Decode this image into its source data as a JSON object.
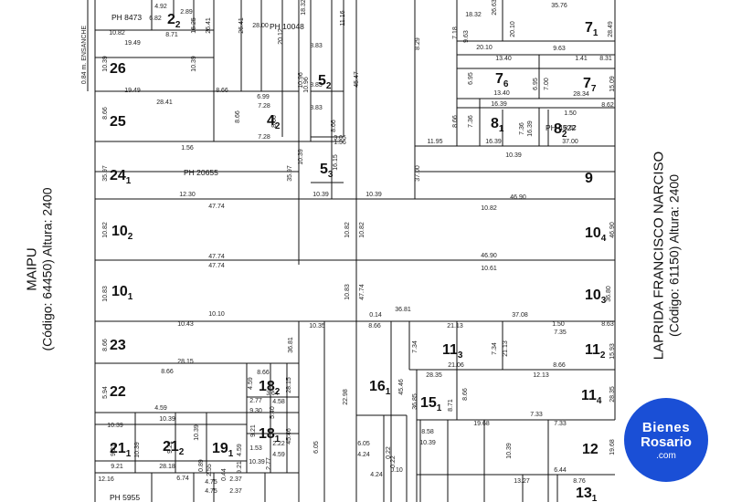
{
  "streets": {
    "west": {
      "name": "MAIPU",
      "code": "(Código: 64450) Altura: 2400"
    },
    "east": {
      "name": "LAPRIDA FRANCISCO NARCISO",
      "code": "(Código: 61150) Altura: 2400"
    }
  },
  "logo": {
    "line1": "Bienes",
    "line2": "Rosario",
    "line3": ".com"
  },
  "side_note": "0.84 m. ENSANCHE",
  "parcels": [
    {
      "base": "2",
      "sub": "2"
    },
    {
      "base": "26",
      "sub": ""
    },
    {
      "base": "25",
      "sub": ""
    },
    {
      "base": "24",
      "sub": "1"
    },
    {
      "base": "10",
      "sub": "2"
    },
    {
      "base": "10",
      "sub": "1"
    },
    {
      "base": "23",
      "sub": ""
    },
    {
      "base": "22",
      "sub": ""
    },
    {
      "base": "21",
      "sub": "1"
    },
    {
      "base": "21",
      "sub": "2"
    },
    {
      "base": "19",
      "sub": "1"
    },
    {
      "base": "18",
      "sub": "2"
    },
    {
      "base": "18",
      "sub": "1"
    },
    {
      "base": "4",
      "sub": "2"
    },
    {
      "base": "5",
      "sub": "2"
    },
    {
      "base": "5",
      "sub": "3"
    },
    {
      "base": "7",
      "sub": "1"
    },
    {
      "base": "7",
      "sub": "6"
    },
    {
      "base": "7",
      "sub": "7"
    },
    {
      "base": "8",
      "sub": "1"
    },
    {
      "base": "8",
      "sub": "2"
    },
    {
      "base": "9",
      "sub": ""
    },
    {
      "base": "10",
      "sub": "4"
    },
    {
      "base": "10",
      "sub": "3"
    },
    {
      "base": "11",
      "sub": "3"
    },
    {
      "base": "11",
      "sub": "2"
    },
    {
      "base": "11",
      "sub": "4"
    },
    {
      "base": "15",
      "sub": "1"
    },
    {
      "base": "16",
      "sub": "1"
    },
    {
      "base": "12",
      "sub": ""
    },
    {
      "base": "13",
      "sub": "1"
    }
  ],
  "ph_labels": [
    "PH 8473",
    "PH 10048",
    "PH 20655",
    "PH 4522",
    "PH 5955"
  ],
  "dimensions": [
    "4.92",
    "2.89",
    "6.82",
    "10.82",
    "8.71",
    "16.25",
    "26.41",
    "26.41",
    "28.00",
    "20.12",
    "18.32",
    "8.83",
    "10.96",
    "45.47",
    "11.16",
    "19.49",
    "10.39",
    "10.39",
    "19.49",
    "8.66",
    "6.99",
    "10.96",
    "8.83",
    "8.83",
    "28.41",
    "8.66",
    "8.66",
    "7.28",
    "8.66",
    "7.28",
    "8.66",
    "3.05",
    "1.56",
    "1.56",
    "35.97",
    "10.39",
    "16.15",
    "12.30",
    "35.97",
    "10.39",
    "10.39",
    "47.74",
    "10.82",
    "10.82",
    "10.82",
    "47.74",
    "47.74",
    "10.83",
    "10.83",
    "47.74",
    "10.10",
    "0.14",
    "36.81",
    "10.43",
    "10.35",
    "8.66",
    "8.66",
    "36.81",
    "28.15",
    "8.66",
    "5.94",
    "8.66",
    "4.59",
    "2.77",
    "4.58",
    "3.64",
    "5.40",
    "28.15",
    "4.59",
    "9.30",
    "9.21",
    "10.39",
    "10.39",
    "9.21",
    "10.39",
    "9.21",
    "9.21",
    "10.39",
    "28.18",
    "4.59",
    "1.53",
    "2.77",
    "2.22",
    "4.59",
    "10.39",
    "9.21",
    "12.16",
    "6.74",
    "0.89",
    "2.55",
    "4.75",
    "2.37",
    "4.75",
    "2.37",
    "0.44",
    "45.46",
    "22.98",
    "45.46",
    "6.05",
    "6.05",
    "4.24",
    "0.22",
    "4.24",
    "0.22",
    "0.10",
    "18.32",
    "26.63",
    "7.18",
    "9.63",
    "20.10",
    "35.76",
    "8.29",
    "20.10",
    "9.63",
    "28.49",
    "13.40",
    "1.41",
    "8.31",
    "6.95",
    "6.95",
    "7.00",
    "15.09",
    "13.40",
    "28.34",
    "16.39",
    "1.50",
    "8.62",
    "8.66",
    "7.36",
    "7.36",
    "16.39",
    "8.62",
    "11.95",
    "16.39",
    "37.00",
    "10.39",
    "37.00",
    "46.90",
    "10.82",
    "46.90",
    "46.90",
    "10.61",
    "36.80",
    "37.08",
    "21.13",
    "1.50",
    "8.63",
    "7.34",
    "7.34",
    "21.13",
    "7.35",
    "15.93",
    "21.06",
    "8.66",
    "28.35",
    "12.13",
    "36.85",
    "8.71",
    "8.66",
    "28.35",
    "7.33",
    "8.58",
    "19.68",
    "7.33",
    "10.39",
    "10.39",
    "19.68",
    "6.44",
    "13.27",
    "8.76"
  ]
}
